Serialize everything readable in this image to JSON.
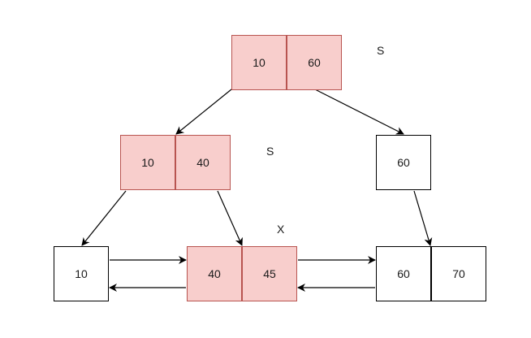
{
  "colors": {
    "highlight_fill": "#f8cecc",
    "highlight_stroke": "#b85450",
    "plain_fill": "#ffffff",
    "plain_stroke": "#000000",
    "edge": "#000000"
  },
  "nodes": {
    "root": {
      "keys": [
        "10",
        "60"
      ],
      "highlighted": true,
      "tag": "S"
    },
    "inner_left": {
      "keys": [
        "10",
        "40"
      ],
      "highlighted": true,
      "tag": "S"
    },
    "inner_right": {
      "keys": [
        "60"
      ],
      "highlighted": false
    },
    "leaf_a": {
      "keys": [
        "10"
      ],
      "highlighted": false
    },
    "leaf_b": {
      "keys": [
        "40",
        "45"
      ],
      "highlighted": true,
      "tag": "X"
    },
    "leaf_c": {
      "keys": [
        "60",
        "70"
      ],
      "highlighted": false
    }
  }
}
